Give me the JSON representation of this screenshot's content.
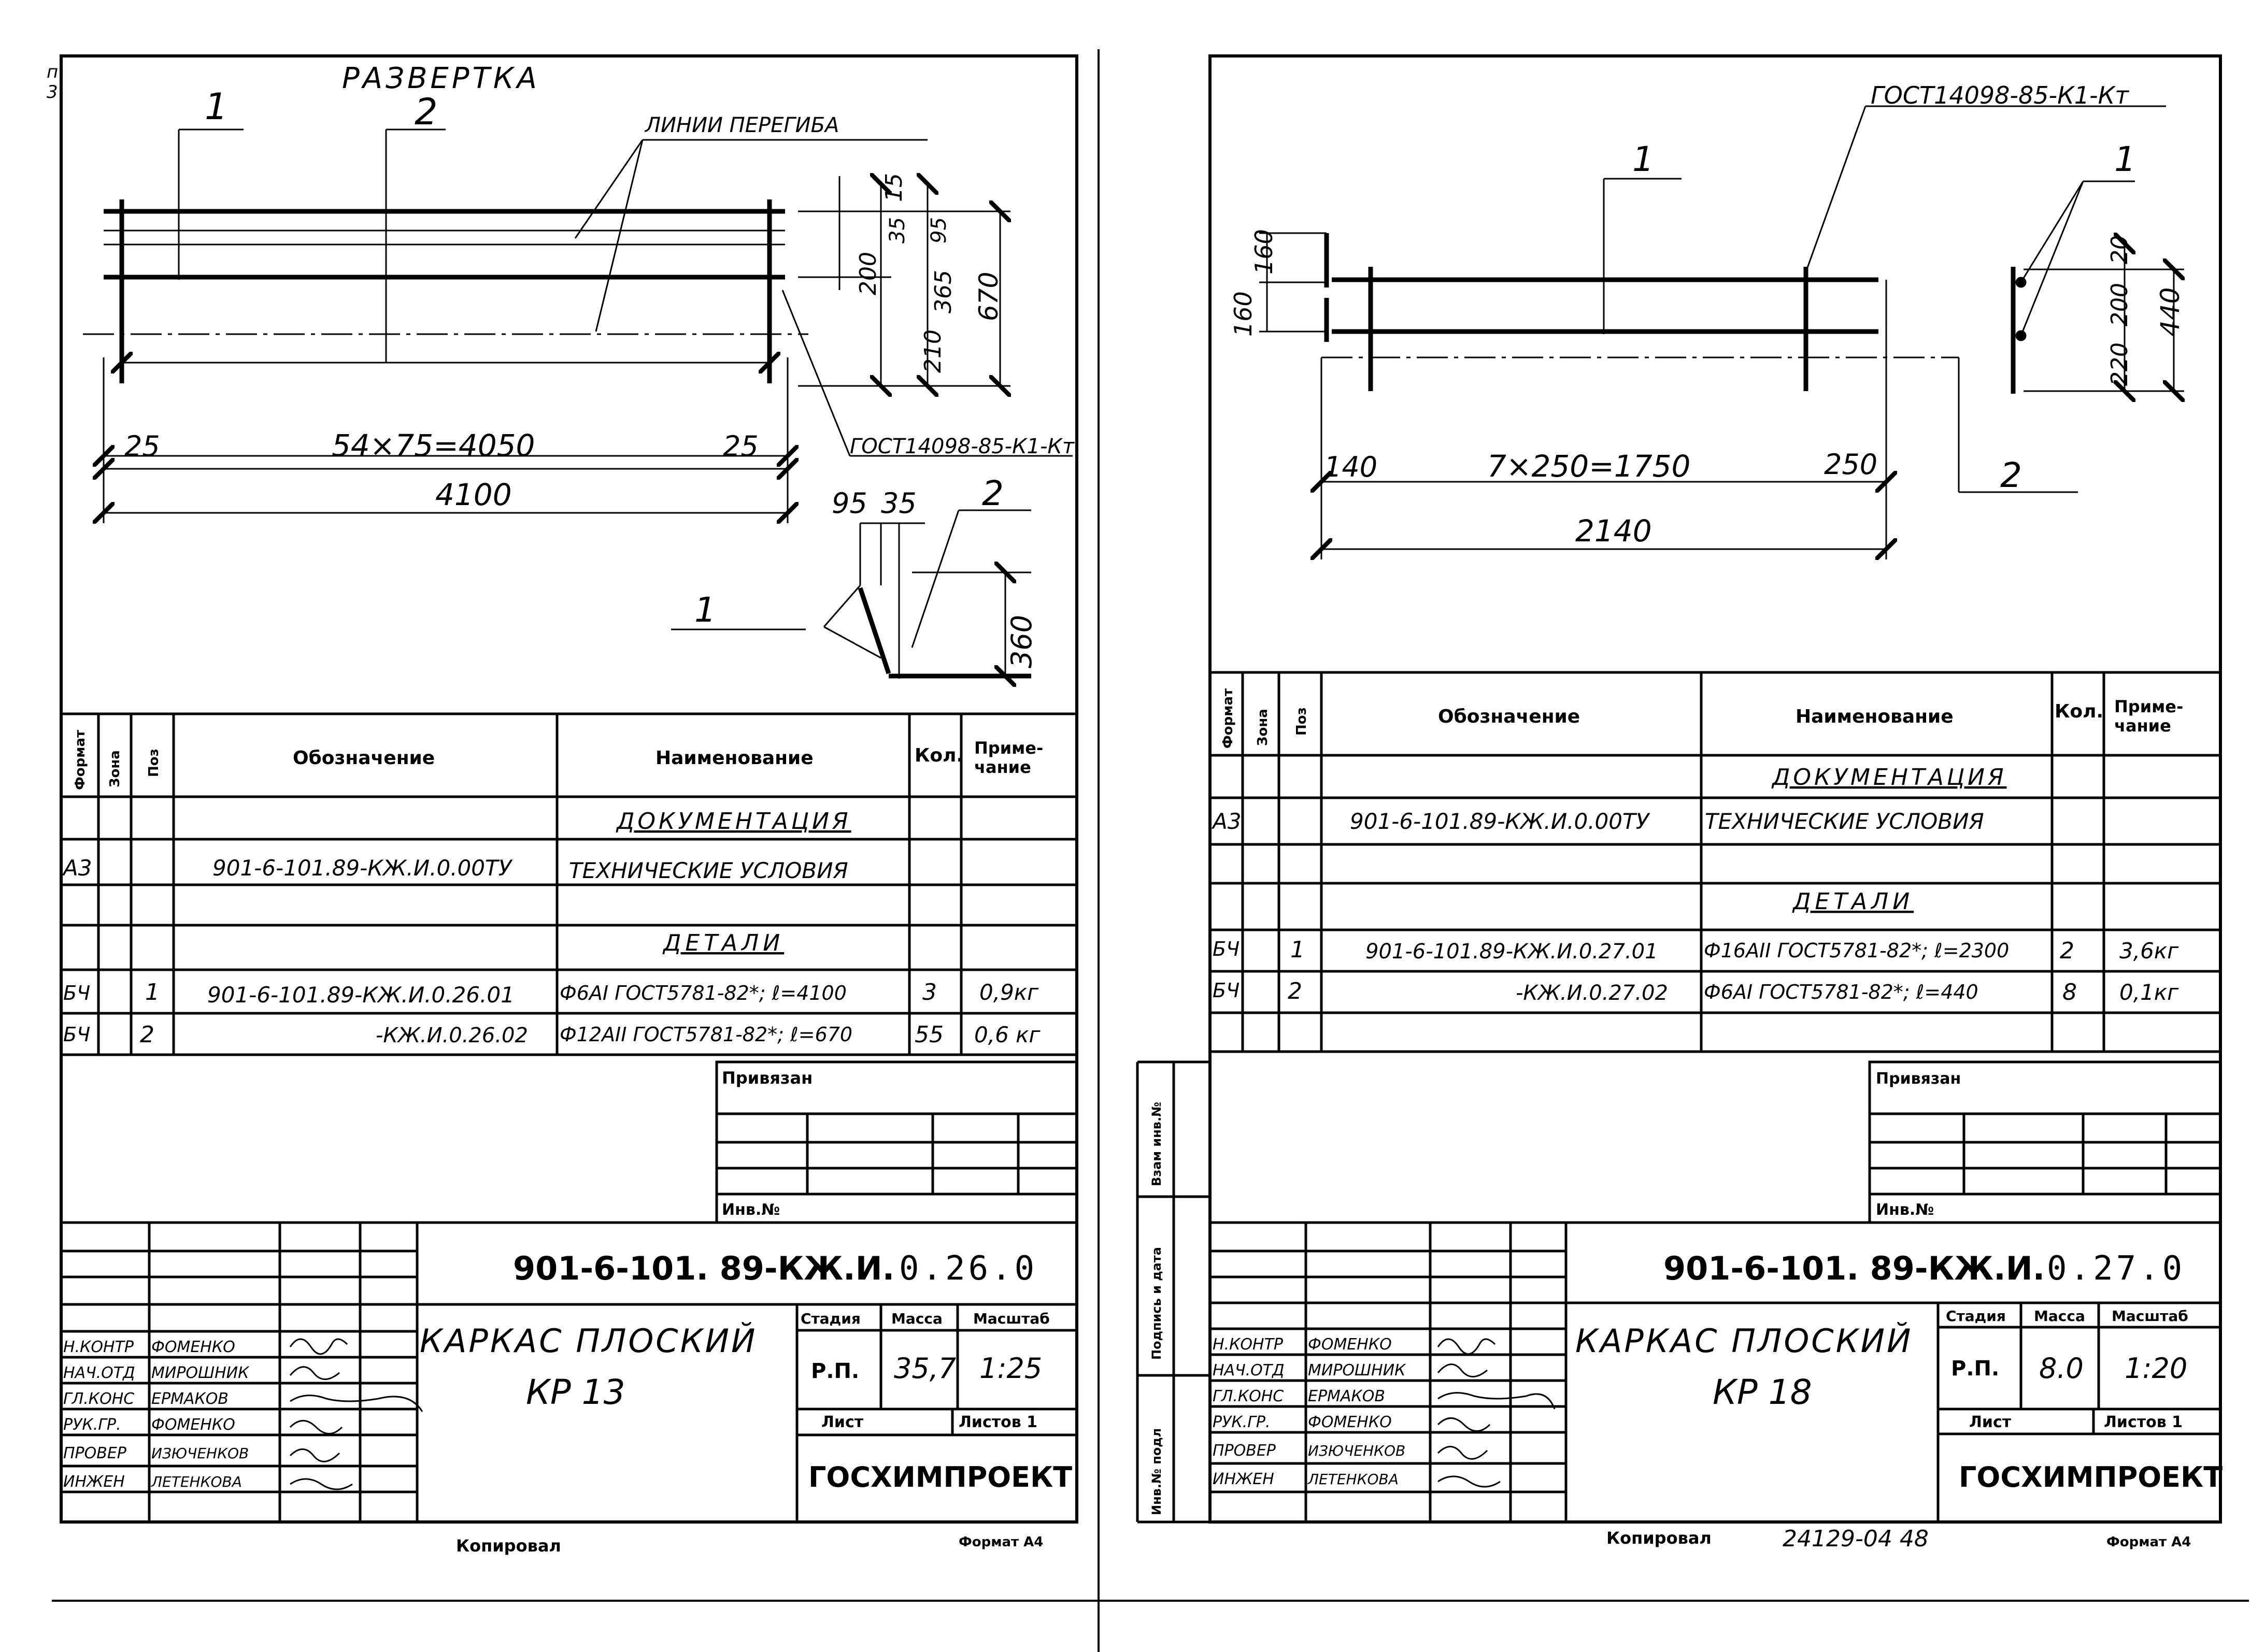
{
  "page_corner_mark": "п\n3",
  "sheets": [
    {
      "drawing": {
        "title": "РАЗВЕРТКА",
        "callout_1": "1",
        "callout_2": "2",
        "bend_lines_label": "ЛИНИИ ПЕРЕГИБА",
        "gost_label": "ГОСТ14098-85-К1-Кт",
        "dim_pitch": "54×75=4050",
        "dim_end_left": "25",
        "dim_end_right": "25",
        "dim_total": "4100",
        "dim_v_15": "15",
        "dim_v_35": "35",
        "dim_v_95": "95",
        "dim_v_200": "200",
        "dim_v_365": "365",
        "dim_v_670": "670",
        "dim_v_210": "210",
        "detail_dim_95": "95",
        "detail_dim_35": "35",
        "detail_dim_360": "360",
        "detail_callout_1": "1",
        "detail_callout_2": "2"
      },
      "spec": {
        "headers": {
          "format": "Формат",
          "zone": "Зона",
          "pos": "Поз",
          "designation": "Обозначение",
          "name": "Наименование",
          "qty": "Кол.",
          "note": "Приме-\nчание"
        },
        "section_docs": "ДОКУМЕНТАЦИЯ",
        "section_parts": "ДЕТАЛИ",
        "rows": [
          {
            "format": "А3",
            "pos": "",
            "designation": "901-6-101.89-КЖ.И.0.00ТУ",
            "name": "ТЕХНИЧЕСКИЕ  УСЛОВИЯ",
            "qty": "",
            "note": ""
          },
          {
            "format": "БЧ",
            "pos": "1",
            "designation": "901-6-101.89-КЖ.И.0.26.01",
            "name": "Ф6АI ГОСТ5781-82*; ℓ=4100",
            "qty": "3",
            "note": "0,9кг"
          },
          {
            "format": "БЧ",
            "pos": "2",
            "designation": "-КЖ.И.0.26.02",
            "name": "Ф12АII ГОСТ5781-82*; ℓ=670",
            "qty": "55",
            "note": "0,6 кг"
          }
        ]
      },
      "binding": {
        "privyazan": "Привязан",
        "inv_no": "Инв.№"
      },
      "title_block": {
        "code_main": "901-6-101. 89-КЖ.И.",
        "code_suffix": "0.26.0",
        "name_line1": "КАРКАС ПЛОСКИЙ",
        "name_line2": "КР 13",
        "stage_label": "Стадия",
        "mass_label": "Масса",
        "scale_label": "Масштаб",
        "stage_value": "Р.П.",
        "mass_value": "35,7",
        "scale_value": "1:25",
        "sheet_label": "Лист",
        "sheets_label": "Листов 1",
        "org": "ГОСХИМПРОЕКТ",
        "roles": [
          "Н.КОНТР",
          "НАЧ.ОТД",
          "ГЛ.КОНС",
          "РУК.ГР.",
          "ПРОВЕР",
          "ИНЖЕН"
        ],
        "names": [
          "ФОМЕНКО",
          "МИРОШНИК",
          "ЕРМАКОВ",
          "ФОМЕНКО",
          "ИЗЮЧЕНКОВ",
          "ЛЕТЕНКОВА"
        ]
      },
      "footer": {
        "copied": "Копировал",
        "format": "Формат А4",
        "archive_no": ""
      }
    },
    {
      "drawing": {
        "gost_label": "ГОСТ14098-85-К1-Кт",
        "callout_1_top": "1",
        "callout_1_right": "1",
        "callout_2": "2",
        "dim_160_a": "160",
        "dim_160_b": "160",
        "dim_pitch": "7×250=1750",
        "dim_left": "140",
        "dim_right": "250",
        "dim_total": "2140",
        "dim_v_20": "20",
        "dim_v_200": "200",
        "dim_v_220": "220",
        "dim_v_440": "440"
      },
      "spec": {
        "headers": {
          "format": "Формат",
          "zone": "Зона",
          "pos": "Поз",
          "designation": "Обозначение",
          "name": "Наименование",
          "qty": "Кол.",
          "note": "Приме-\nчание"
        },
        "section_docs": "ДОКУМЕНТАЦИЯ",
        "section_parts": "ДЕТАЛИ",
        "rows": [
          {
            "format": "А3",
            "pos": "",
            "designation": "901-6-101.89-КЖ.И.0.00ТУ",
            "name": "ТЕХНИЧЕСКИЕ  УСЛОВИЯ",
            "qty": "",
            "note": ""
          },
          {
            "format": "БЧ",
            "pos": "1",
            "designation": "901-6-101.89-КЖ.И.0.27.01",
            "name": "Ф16АII ГОСТ5781-82*; ℓ=2300",
            "qty": "2",
            "note": "3,6кг"
          },
          {
            "format": "БЧ",
            "pos": "2",
            "designation": "-КЖ.И.0.27.02",
            "name": "Ф6АI ГОСТ5781-82*; ℓ=440",
            "qty": "8",
            "note": "0,1кг"
          }
        ]
      },
      "binding": {
        "privyazan": "Привязан",
        "inv_no": "Инв.№"
      },
      "side_stamps": [
        "Взам инв.№",
        "Подпись и дата",
        "Инв.№ подл"
      ],
      "title_block": {
        "code_main": "901-6-101. 89-КЖ.И.",
        "code_suffix": "0.27.0",
        "name_line1": "КАРКАС ПЛОСКИЙ",
        "name_line2": "КР 18",
        "stage_label": "Стадия",
        "mass_label": "Масса",
        "scale_label": "Масштаб",
        "stage_value": "Р.П.",
        "mass_value": "8.0",
        "scale_value": "1:20",
        "sheet_label": "Лист",
        "sheets_label": "Листов 1",
        "org": "ГОСХИМПРОЕКТ",
        "roles": [
          "Н.КОНТР",
          "НАЧ.ОТД",
          "ГЛ.КОНС",
          "РУК.ГР.",
          "ПРОВЕР",
          "ИНЖЕН"
        ],
        "names": [
          "ФОМЕНКО",
          "МИРОШНИК",
          "ЕРМАКОВ",
          "ФОМЕНКО",
          "ИЗЮЧЕНКОВ",
          "ЛЕТЕНКОВА"
        ]
      },
      "footer": {
        "copied": "Копировал",
        "format": "Формат А4",
        "archive_no": "24129-04  48"
      }
    }
  ]
}
